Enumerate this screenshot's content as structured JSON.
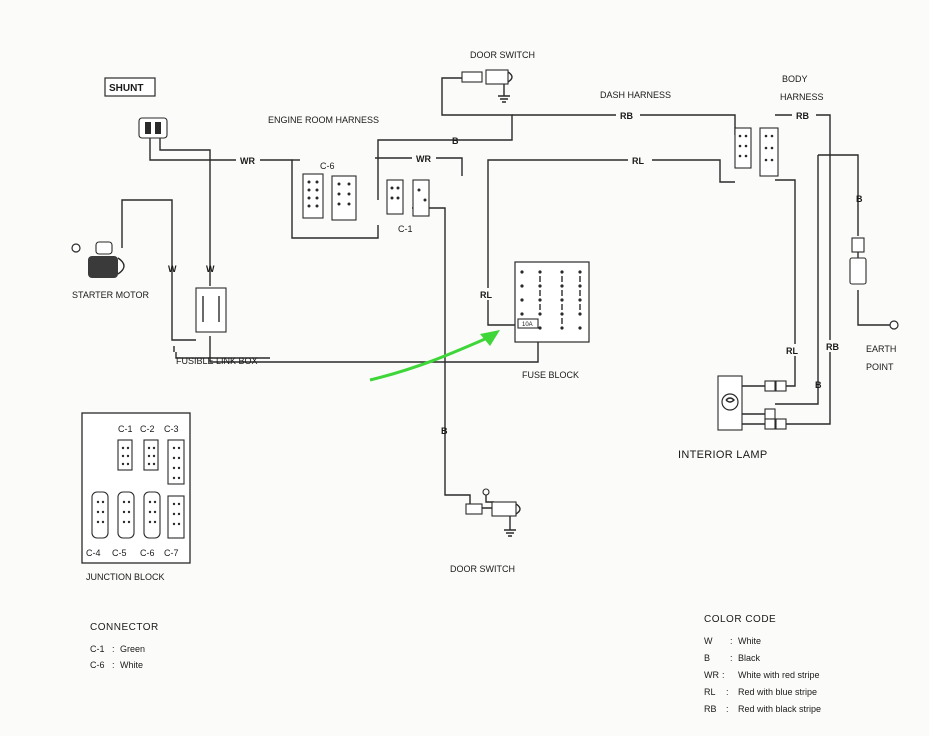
{
  "components": {
    "shunt": "SHUNT",
    "door_switch_top": "DOOR SWITCH",
    "dash_harness": "DASH HARNESS",
    "body_harness_1": "BODY",
    "body_harness_2": "HARNESS",
    "engine_room_harness": "ENGINE ROOM HARNESS",
    "starter_motor": "STARTER MOTOR",
    "fusible_link_box": "FUSIBLE LINK BOX",
    "fuse_block": "FUSE BLOCK",
    "earth_point_1": "EARTH",
    "earth_point_2": "POINT",
    "interior_lamp": "INTERIOR LAMP",
    "door_switch_bottom": "DOOR SWITCH",
    "junction_block": "JUNCTION BLOCK",
    "c6_near": "C-6",
    "c1_near": "C-1"
  },
  "wire_labels": {
    "wr1": "WR",
    "wr2": "WR",
    "b_top": "B",
    "rb_dash": "RB",
    "rl_dash": "RL",
    "rb_body": "RB",
    "w_left": "W",
    "w_right": "W",
    "rl_fuse": "RL",
    "b_down": "B",
    "b_earth": "B",
    "rl_lamp": "RL",
    "rb_lamp": "RB",
    "b_lamp": "B"
  },
  "junction_block": {
    "top_labels": [
      "C-1",
      "C-2",
      "C-3"
    ],
    "bottom_labels": [
      "C-4",
      "C-5",
      "C-6",
      "C-7"
    ]
  },
  "connector_legend": {
    "title": "CONNECTOR",
    "items": [
      {
        "code": "C-1",
        "sep": ":",
        "desc": "Green"
      },
      {
        "code": "C-6",
        "sep": ":",
        "desc": "White"
      }
    ]
  },
  "color_code": {
    "title": "COLOR CODE",
    "items": [
      {
        "code": "W",
        "sep": ":",
        "desc": "White"
      },
      {
        "code": "B",
        "sep": ":",
        "desc": "Black"
      },
      {
        "code": "WR",
        "sep": ":",
        "desc": "White with red stripe"
      },
      {
        "code": "RL",
        "sep": ":",
        "desc": "Red with blue stripe"
      },
      {
        "code": "RB",
        "sep": ":",
        "desc": "Red with black stripe"
      }
    ]
  },
  "colors": {
    "wire": "#2a2a2a",
    "annotation_arrow": "#3fd63a",
    "paper": "#fbfbf9"
  }
}
